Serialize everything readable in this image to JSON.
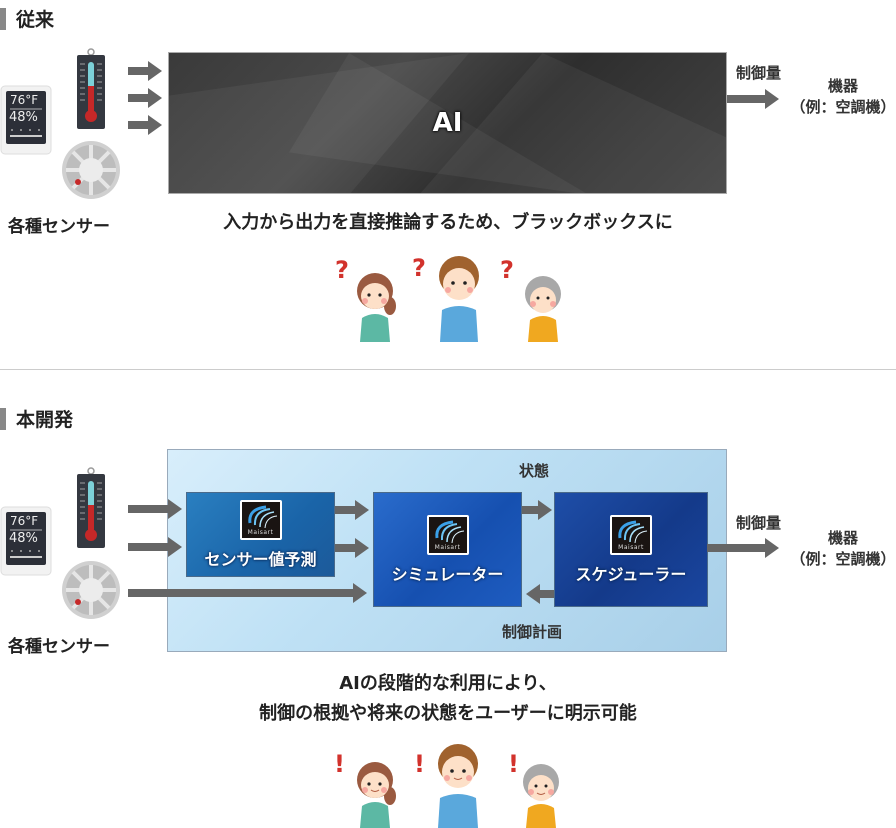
{
  "conventional": {
    "title": "従来",
    "sensors_label": "各種センサー",
    "thermostat": {
      "temperature": "76°F",
      "humidity": "48%"
    },
    "ai_label": "AI",
    "output_label": "制御量",
    "device_line1": "機器",
    "device_line2": "（例：空調機）",
    "caption": "入力から出力を直接推論するため、ブラックボックスに",
    "reaction_mark": "?"
  },
  "new_dev": {
    "title": "本開発",
    "sensors_label": "各種センサー",
    "thermostat": {
      "temperature": "76°F",
      "humidity": "48%"
    },
    "state_label": "状態",
    "plan_label": "制御計画",
    "output_label": "制御量",
    "device_line1": "機器",
    "device_line2": "（例：空調機）",
    "modules": [
      {
        "name": "センサー値予測",
        "logo": "Maisart"
      },
      {
        "name": "シミュレーター",
        "logo": "Maisart"
      },
      {
        "name": "スケジューラー",
        "logo": "Maisart"
      }
    ],
    "caption_line1": "AIの段階的な利用により、",
    "caption_line2": "制御の根拠や将来の状態をユーザーに明示可能",
    "reaction_mark": "!"
  },
  "colors": {
    "arrow": "#666666",
    "ai_box": "#3a3a3a",
    "system_box": "#c6e4f6",
    "module_blue": "#1a5aaa",
    "mark_red": "#d2322c",
    "people": [
      "#5cb8a4",
      "#5aa8dc",
      "#f0a820"
    ]
  }
}
